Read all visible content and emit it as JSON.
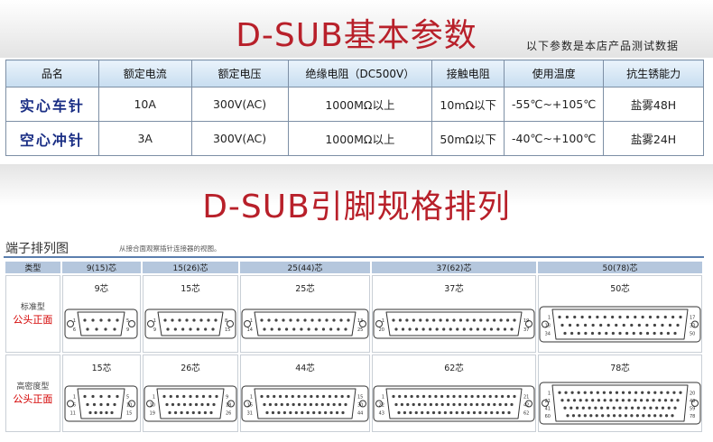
{
  "section1": {
    "title": "D-SUB基本参数",
    "note": "以下参数是本店产品测试数据"
  },
  "params": {
    "headers": [
      "品名",
      "额定电流",
      "额定电压",
      "绝缘电阻（DC500V）",
      "接触电阻",
      "使用温度",
      "抗生锈能力"
    ],
    "rows": [
      [
        "实心车针",
        "10A",
        "300V(AC)",
        "1000MΩ以上",
        "10mΩ以下",
        "-55℃~+105℃",
        "盐雾48H"
      ],
      [
        "空心冲针",
        "3A",
        "300V(AC)",
        "1000MΩ以上",
        "50mΩ以下",
        "-40℃~+100℃",
        "盐雾24H"
      ]
    ]
  },
  "section2": {
    "title": "D-SUB引脚规格排列"
  },
  "figure": {
    "title": "端子排列图",
    "note": "从接合面观察插针连接器的视图。",
    "columns": [
      "类型",
      "9(15)芯",
      "15(26)芯",
      "25(44)芯",
      "37(62)芯",
      "50(78)芯"
    ],
    "rows": [
      {
        "type": "标准型",
        "sub": "公头正面",
        "cells": [
          {
            "label": "9芯",
            "pins": [
              "1",
              "5",
              "6",
              "9"
            ]
          },
          {
            "label": "15芯",
            "pins": [
              "1",
              "8",
              "9",
              "15"
            ]
          },
          {
            "label": "25芯",
            "pins": [
              "1",
              "13",
              "14",
              "25"
            ]
          },
          {
            "label": "37芯",
            "pins": [
              "1",
              "19",
              "20",
              "37"
            ]
          },
          {
            "label": "50芯",
            "pins": [
              "1",
              "17",
              "18",
              "33",
              "34",
              "50"
            ]
          }
        ]
      },
      {
        "type": "高密度型",
        "sub": "公头正面",
        "cells": [
          {
            "label": "15芯",
            "pins": [
              "1",
              "5",
              "6",
              "10",
              "11",
              "15"
            ]
          },
          {
            "label": "26芯",
            "pins": [
              "1",
              "9",
              "10",
              "18",
              "19",
              "26"
            ]
          },
          {
            "label": "44芯",
            "pins": [
              "1",
              "15",
              "16",
              "30",
              "31",
              "44"
            ]
          },
          {
            "label": "62芯",
            "pins": [
              "1",
              "21",
              "22",
              "42",
              "43",
              "62"
            ]
          },
          {
            "label": "78芯",
            "pins": [
              "1",
              "20",
              "21",
              "40",
              "41",
              "59",
              "60",
              "78"
            ]
          }
        ]
      }
    ]
  },
  "colors": {
    "title_red": "#b8202a",
    "row_name_blue": "#1b2f85",
    "header_blue": "#c7ddf0",
    "figure_header": "#b5c7dd",
    "label_red": "#d40000"
  }
}
